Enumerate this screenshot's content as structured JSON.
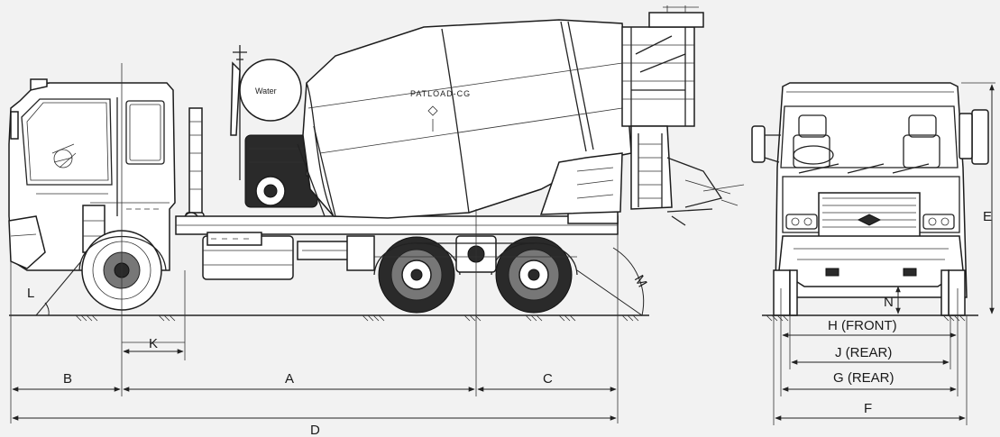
{
  "drawing": {
    "drum_brand": "PATLOAD-CG",
    "tank_label": "Water"
  },
  "dimensions": {
    "A": "A",
    "B": "B",
    "C": "C",
    "D": "D",
    "E": "E",
    "F": "F",
    "G": "G (REAR)",
    "H": "H (FRONT)",
    "J": "J (REAR)",
    "K": "K",
    "L": "L",
    "M": "M",
    "N": "N"
  },
  "colors": {
    "background": "#f2f2f2",
    "line": "#222222",
    "fill": "#ffffff"
  }
}
